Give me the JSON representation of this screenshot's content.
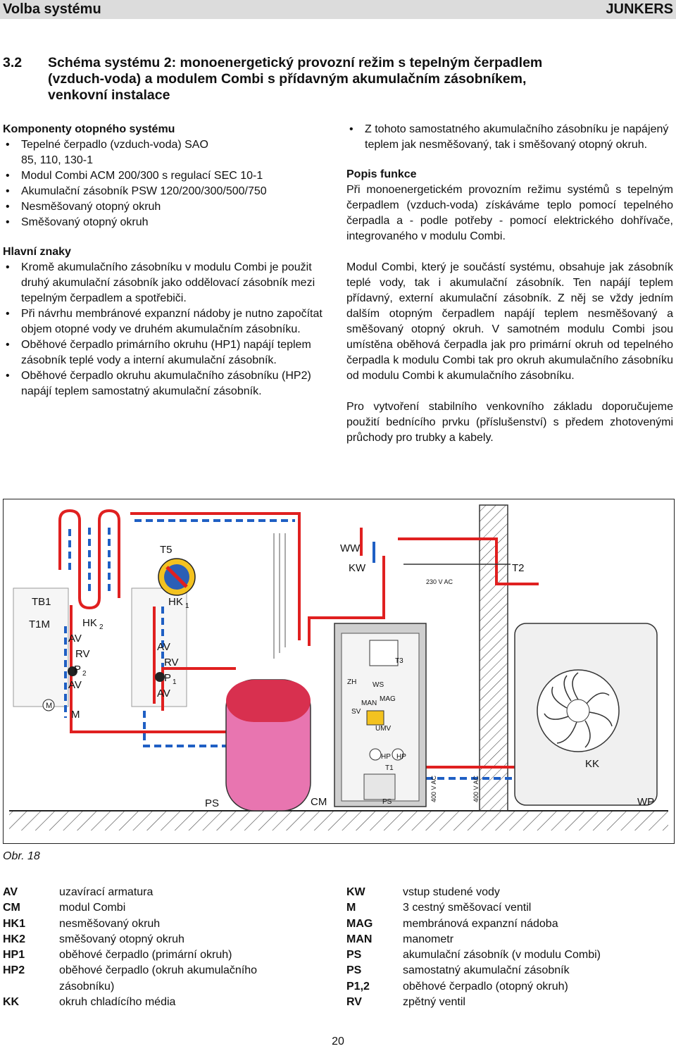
{
  "header": {
    "section": "Volba systému",
    "brand": "JUNKERS"
  },
  "title": {
    "number": "3.2",
    "lines": [
      "Schéma systému 2: monoenergetický provozní režim s tepelným čerpadlem",
      "(vzduch-voda) a modulem Combi s přídavným akumulačním zásobníkem,",
      "venkovní instalace"
    ]
  },
  "left": {
    "components_heading": "Komponenty otopného systému",
    "components": [
      "Tepelné čerpadlo (vzduch-voda) SAO 85, 110, 130-1",
      "Modul Combi ACM 200/300 s regulací SEC 10-1",
      "Akumulační zásobník PSW 120/200/300/500/750",
      "Nesměšovaný otopný okruh",
      "Směšovaný otopný okruh"
    ],
    "features_heading": "Hlavní znaky",
    "features": [
      "Kromě akumulačního zásobníku v modulu Combi je použit druhý akumulační zásobník jako oddělovací zásobník mezi tepelným čerpadlem a spotřebiči.",
      "Při návrhu membránové expanzní nádoby je nutno započítat objem otopné vody ve druhém akumulačním zásobníku.",
      "Oběhové čerpadlo primárního okruhu (HP1) napájí teplem zásobník teplé vody a interní akumulační zásobník.",
      "Oběhové čerpadlo okruhu akumulačního zásobníku (HP2) napájí teplem samostatný akumulační zásobník."
    ]
  },
  "right": {
    "bullet": "Z tohoto samostatného akumulačního zásobníku je napájený teplem jak nesměšovaný, tak i směšovaný otopný okruh.",
    "function_heading": "Popis funkce",
    "p1": "Při monoenergetickém provozním režimu systémů s tepelným čerpadlem (vzduch-voda) získáváme teplo pomocí tepelného čerpadla a - podle potřeby - pomocí elektrického dohřívače, integrovaného v modulu Combi.",
    "p2": "Modul Combi, který je součástí systému, obsahuje jak zásobník teplé vody, tak i akumulační zásobník. Ten napájí teplem přídavný, externí akumulační zásobník. Z něj se vždy jedním dalším otopným čerpadlem napájí teplem nesměšovaný a směšovaný otopný okruh. V samotném modulu Combi jsou umístěna oběhová čerpadla jak pro primární okruh od tepelného čerpadla k modulu Combi tak pro okruh akumulačního zásobníku od modulu Combi k akumulačního zásobníku.",
    "p3": "Pro vytvoření stabilního venkovního základu doporučujeme použití bednícího prvku (příslušenství) s předem zhotovenými průchody pro trubky a kabely."
  },
  "diagram": {
    "labels": {
      "t5": "T5",
      "ww": "WW",
      "kw": "KW",
      "t2": "T2",
      "v230": "230 V AC",
      "tb1": "TB1",
      "t1m": "T1M",
      "hk2": "HK",
      "hk2_sub": "2",
      "hk1": "HK",
      "hk1_sub": "1",
      "av": "AV",
      "rv": "RV",
      "p": "P",
      "p2_sub": "2",
      "p1_sub": "1",
      "m": "M",
      "zh": "ZH",
      "ws": "WS",
      "man": "MAN",
      "mag": "MAG",
      "sv": "SV",
      "umv": "UMV",
      "hp": "HP",
      "t1": "T1",
      "t3": "T3",
      "kk": "KK",
      "ps": "PS",
      "cm": "CM",
      "wp": "WP",
      "v400": "400 V AC"
    },
    "colors": {
      "supply": "#e02020",
      "return": "#1f5fc4",
      "tank": "#e875b0",
      "fan_bg": "#e8e8e8"
    }
  },
  "figure_caption": "Obr. 18",
  "legend": {
    "left": [
      {
        "k": "AV",
        "v": "uzavírací armatura"
      },
      {
        "k": "CM",
        "v": "modul Combi"
      },
      {
        "k": "HK1",
        "v": "nesměšovaný okruh"
      },
      {
        "k": "HK2",
        "v": "směšovaný otopný okruh"
      },
      {
        "k": "HP1",
        "v": "oběhové čerpadlo (primární okruh)"
      },
      {
        "k": "HP2",
        "v": "oběhové čerpadlo (okruh akumulačního zásobníku)"
      },
      {
        "k": "KK",
        "v": "okruh chladícího média"
      }
    ],
    "right": [
      {
        "k": "KW",
        "v": "vstup studené vody"
      },
      {
        "k": "M",
        "v": "3 cestný směšovací ventil"
      },
      {
        "k": "MAG",
        "v": "membránová expanzní nádoba"
      },
      {
        "k": "MAN",
        "v": "manometr"
      },
      {
        "k": "PS",
        "v": "akumulační zásobník (v modulu Combi)"
      },
      {
        "k": "PS",
        "v": "samostatný akumulační zásobník"
      },
      {
        "k": "P1,2",
        "v": "oběhové čerpadlo (otopný okruh)"
      },
      {
        "k": "RV",
        "v": "zpětný ventil"
      }
    ]
  },
  "page_number": "20"
}
